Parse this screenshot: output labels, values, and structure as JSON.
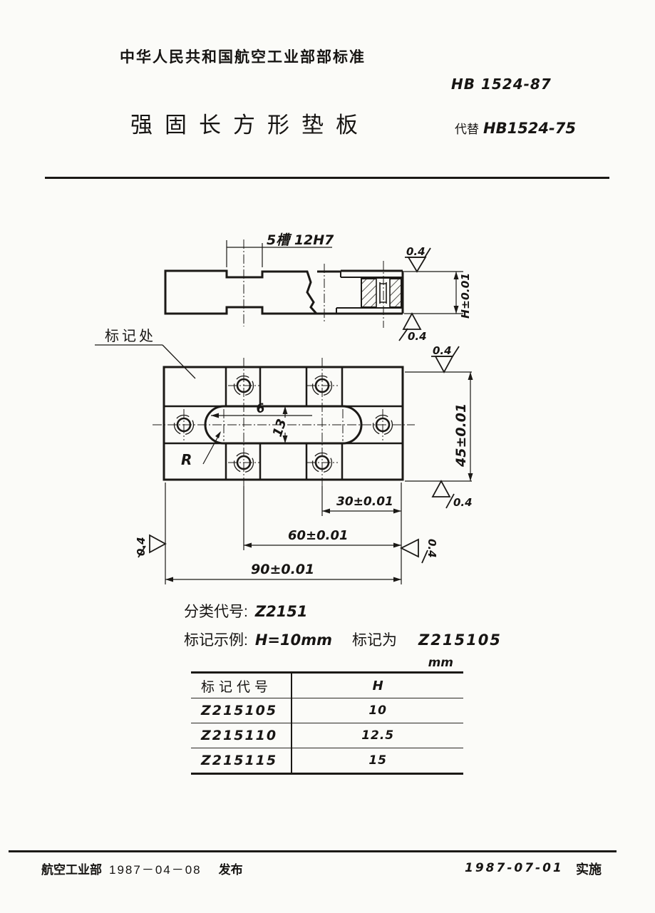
{
  "header": {
    "ministry": "中华人民共和国航空工业部部标准",
    "standard_no": "HB 1524-87",
    "title": "强固长方形垫板",
    "replaces_label": "代替",
    "replaces_no": "HB1524-75"
  },
  "drawing": {
    "slot_label": "5槽 12H7",
    "marking_label": "标记处",
    "finish_value": "0.4",
    "dim_h": "H±0.01",
    "dim_45": "45±0.01",
    "dim_30": "30±0.01",
    "dim_60": "60±0.01",
    "dim_90": "90±0.01",
    "dim_6": "6",
    "dim_13": "13",
    "radius_label": "R"
  },
  "notes": {
    "class_label": "分类代号:",
    "class_code": "Z2151",
    "example_label": "标记示例:",
    "example_cond": "H=10mm",
    "example_mid": "标记为",
    "example_code": "Z215105"
  },
  "table": {
    "unit": "mm",
    "col_code": "标记代号",
    "col_h": "H",
    "rows": [
      {
        "code": "Z215105",
        "h": "10"
      },
      {
        "code": "Z215110",
        "h": "12.5"
      },
      {
        "code": "Z215115",
        "h": "15"
      }
    ]
  },
  "footer": {
    "issuer": "航空工业部",
    "issue_date": "1987－04－08",
    "issue_label": "发布",
    "impl_date": "1987-07-01",
    "impl_label": "实施"
  }
}
